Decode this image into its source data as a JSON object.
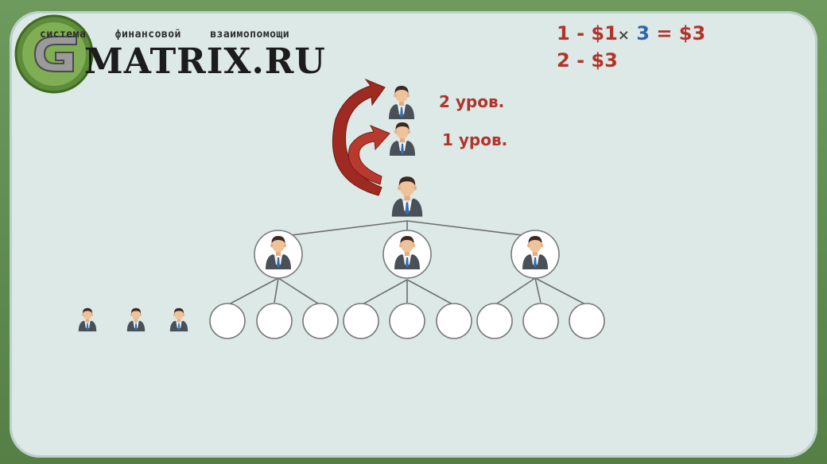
{
  "logo": {
    "subtitle": "система финансовой взаимопомощи",
    "letter": "G",
    "name": "MATRIX.RU"
  },
  "formula": {
    "line1": {
      "level": "1",
      "dash": "-",
      "amount": "$1",
      "times": "×",
      "multiplier": "3",
      "equals": "=",
      "result": "$3"
    },
    "line2": {
      "level": "2",
      "dash": "-",
      "amount": "$3"
    }
  },
  "levels": {
    "level2": "2 уров.",
    "level1": "1 уров."
  },
  "colors": {
    "accent_red": "#b2332b",
    "accent_blue": "#2f66a8",
    "frame_green": "#5f8f52",
    "panel_bg": "#dce9e6"
  },
  "icons": {
    "person": "businessman-icon",
    "arrow": "curved-arrow-icon",
    "empty_slot": "empty-circle"
  }
}
